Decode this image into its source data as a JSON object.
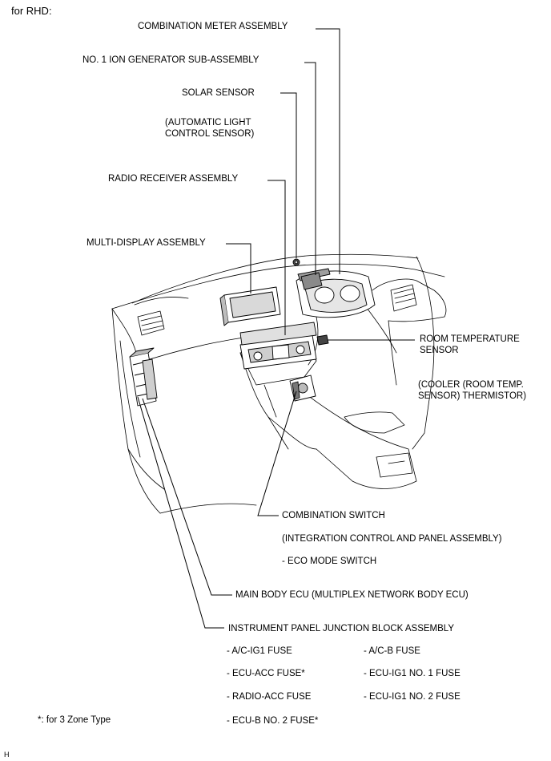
{
  "header": {
    "region": "for RHD:"
  },
  "labels": {
    "combination_meter": "COMBINATION METER ASSEMBLY",
    "ion_generator": "NO. 1 ION GENERATOR SUB-ASSEMBLY",
    "solar_sensor": "SOLAR SENSOR",
    "solar_sensor_sub_1": "(AUTOMATIC LIGHT",
    "solar_sensor_sub_2": "CONTROL SENSOR)",
    "radio_receiver": "RADIO RECEIVER ASSEMBLY",
    "multi_display": "MULTI-DISPLAY ASSEMBLY",
    "room_temp_1": "ROOM TEMPERATURE",
    "room_temp_2": "SENSOR",
    "cooler_1": "(COOLER (ROOM TEMP.",
    "cooler_2": "SENSOR) THERMISTOR)",
    "combination_switch": "COMBINATION SWITCH",
    "integration_control": "(INTEGRATION CONTROL AND PANEL ASSEMBLY)",
    "eco_mode": "- ECO MODE SWITCH",
    "main_body_ecu": "MAIN BODY ECU (MULTIPLEX NETWORK BODY ECU)",
    "junction_block": "INSTRUMENT PANEL JUNCTION BLOCK ASSEMBLY"
  },
  "fuses": [
    "- A/C-IG1 FUSE",
    "- A/C-B FUSE",
    "- ECU-ACC FUSE*",
    "- ECU-IG1 NO. 1 FUSE",
    "- RADIO-ACC FUSE",
    "- ECU-IG1 NO. 2 FUSE",
    "- ECU-B NO. 2 FUSE*"
  ],
  "footnote": "*: for 3 Zone Type",
  "corner_mark": "H"
}
